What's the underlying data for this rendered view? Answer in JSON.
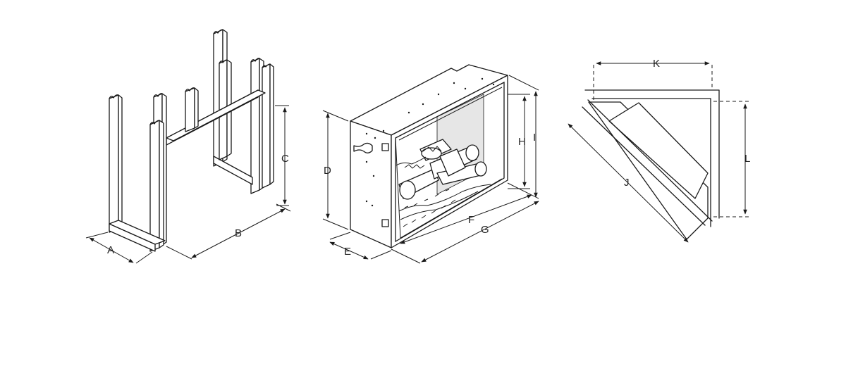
{
  "diagram": {
    "framing": {
      "labels": {
        "A": "A",
        "B": "B",
        "C": "C"
      }
    },
    "fireplace": {
      "labels": {
        "D": "D",
        "E": "E",
        "F": "F",
        "G": "G",
        "H": "H",
        "I": "I"
      }
    },
    "corner": {
      "labels": {
        "J": "J",
        "K": "K",
        "L": "L"
      }
    }
  },
  "colors": {
    "line": "#1a1a1a",
    "firebox_back": "#e6e6e6",
    "background": "#ffffff"
  }
}
